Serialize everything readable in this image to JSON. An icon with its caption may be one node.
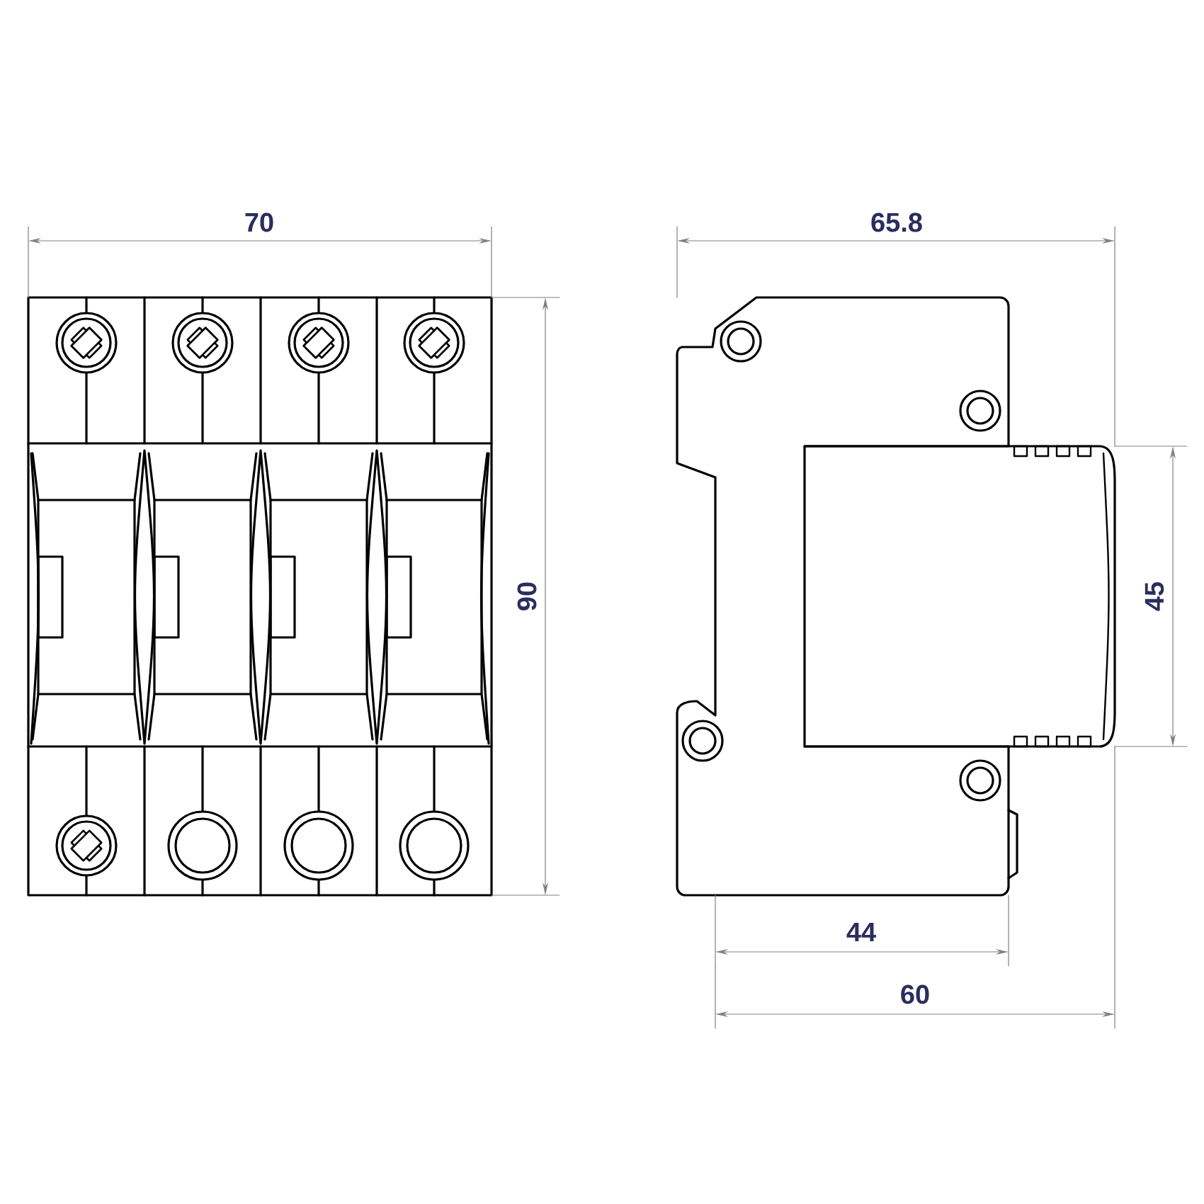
{
  "diagram": {
    "labels": [
      "70",
      "65.8",
      "90",
      "45",
      "44",
      "60"
    ]
  }
}
